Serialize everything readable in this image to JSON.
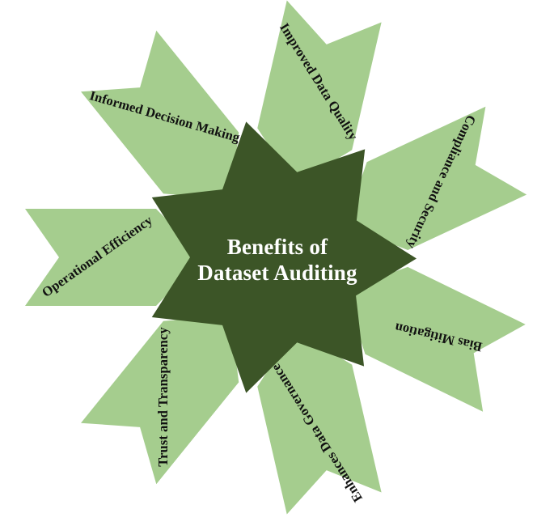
{
  "diagram": {
    "type": "radial-star-petal-diagram",
    "center": {
      "title_line1": "Benefits of",
      "title_line2": "Dataset Auditing",
      "fill_color": "#3c5527",
      "text_color": "#ffffff",
      "points": 7
    },
    "petal_style": {
      "fill_color": "#a5cd8e",
      "label_color": "#111111",
      "count": 7
    },
    "background_color": "#ffffff",
    "petals": [
      {
        "label": "Improved Data Quality",
        "angle_deg": -77,
        "label_rotation_deg": 58,
        "position": "upper-left-of-top"
      },
      {
        "label": "Compliance and Security",
        "angle_deg": -25,
        "label_rotation_deg": 115,
        "position": "upper-right"
      },
      {
        "label": "Bias Mitigation",
        "angle_deg": 26,
        "label_rotation_deg": 193,
        "position": "right"
      },
      {
        "label": "Enhances Data Governance",
        "angle_deg": 77,
        "label_rotation_deg": 238,
        "position": "lower-right"
      },
      {
        "label": "Trust and Transparency",
        "angle_deg": 129,
        "label_rotation_deg": 270,
        "position": "bottom"
      },
      {
        "label": "Operational Efficiency",
        "angle_deg": 180,
        "label_rotation_deg": 325,
        "position": "lower-left"
      },
      {
        "label": "Informed Decision Making",
        "angle_deg": 231,
        "label_rotation_deg": 16,
        "position": "left"
      }
    ]
  }
}
